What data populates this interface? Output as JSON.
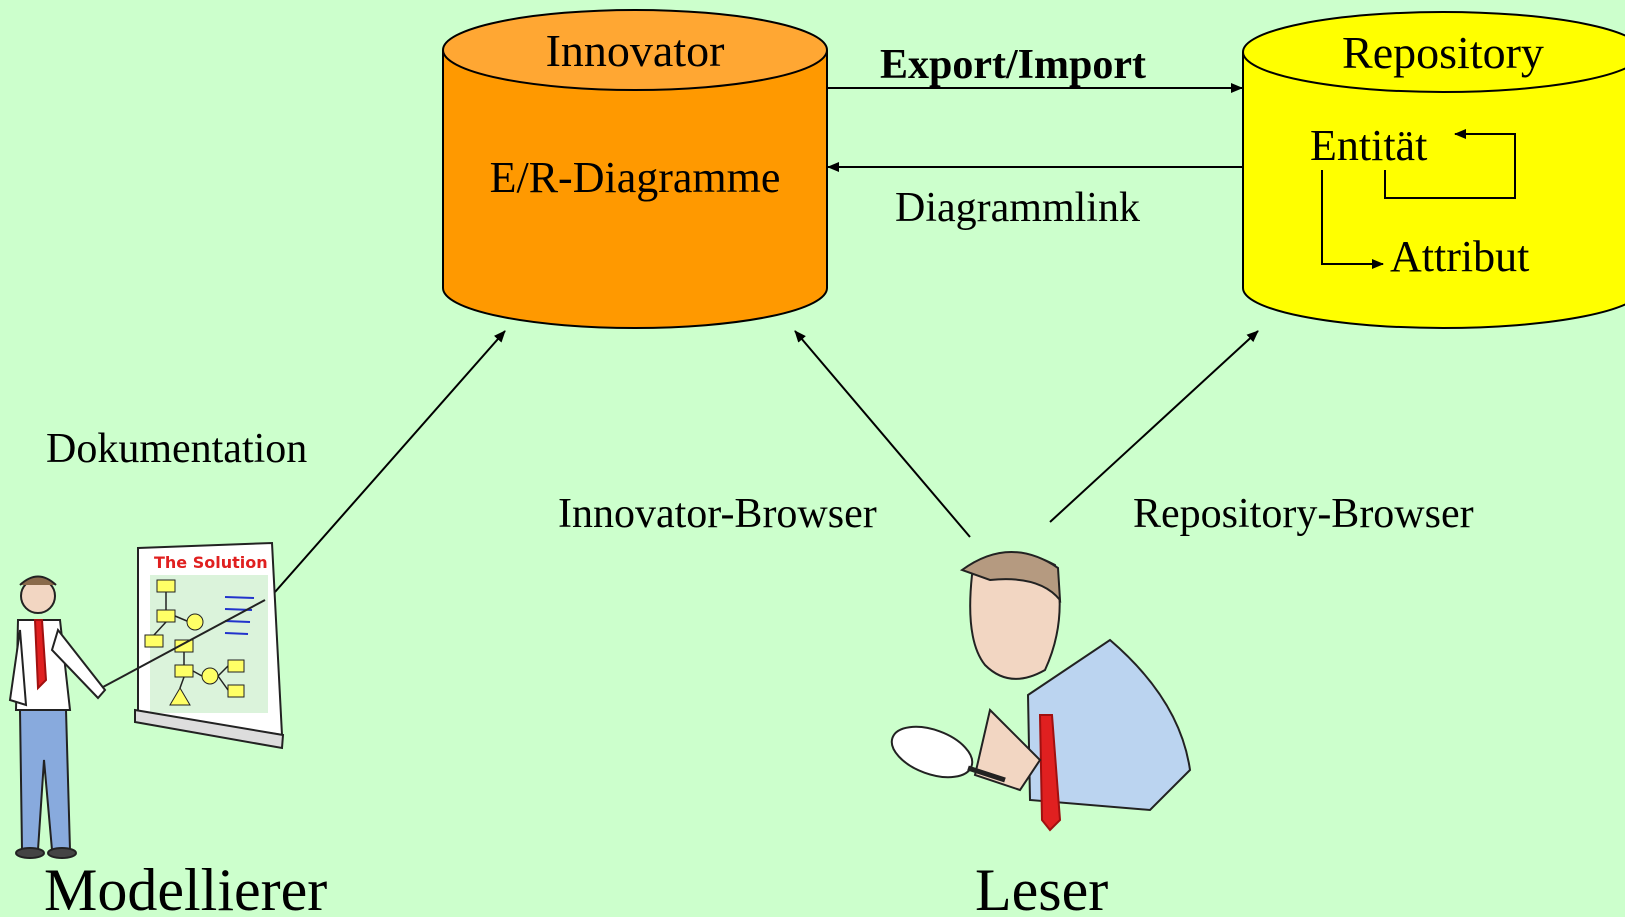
{
  "innovator": {
    "title": "Innovator",
    "content": "E/R-Diagramme",
    "fill": "#ff9900"
  },
  "repository": {
    "title": "Repository",
    "entity": "Entität",
    "attribute": "Attribut",
    "fill": "#ffff00"
  },
  "arrows": {
    "export_import": "Export/Import",
    "diagram_link": "Diagrammlink",
    "documentation": "Dokumentation",
    "innovator_browser": "Innovator-Browser",
    "repository_browser": "Repository-Browser"
  },
  "actors": {
    "modeler": "Modellierer",
    "reader": "Leser",
    "flipchart_title": "The Solution"
  },
  "colors": {
    "background": "#ccffcc",
    "accent_red": "#e02020",
    "line_blue": "#2233cc"
  }
}
